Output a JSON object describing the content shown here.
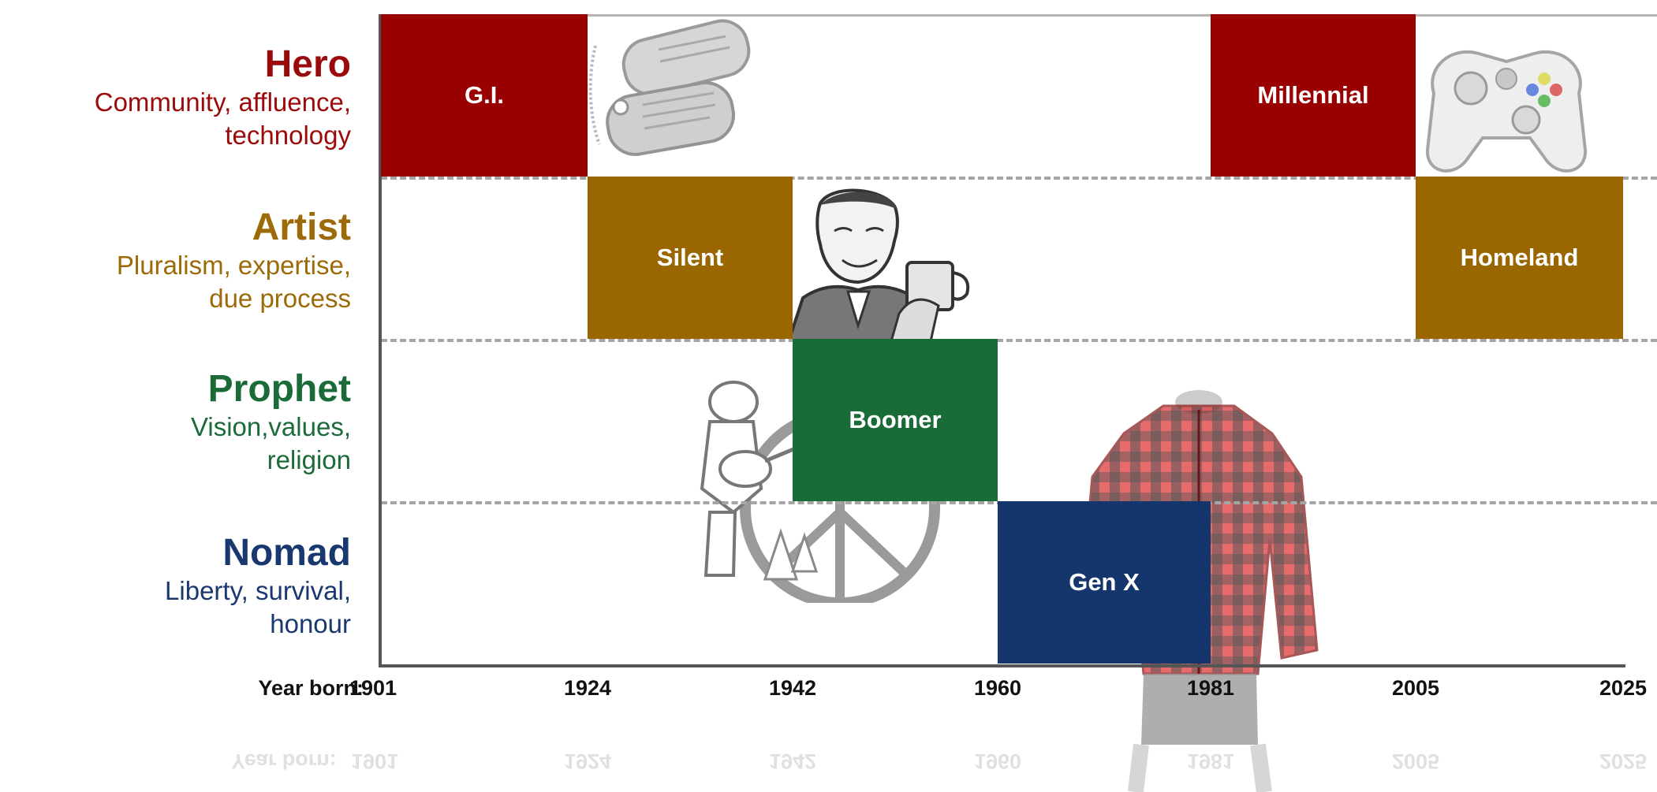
{
  "archetypes": [
    {
      "name": "Hero",
      "description_lines": [
        "Community, affluence,",
        "technology"
      ],
      "color": "#9b0a0a"
    },
    {
      "name": "Artist",
      "description_lines": [
        "Pluralism, expertise,",
        "due process"
      ],
      "color": "#9c6a07"
    },
    {
      "name": "Prophet",
      "description_lines": [
        "Vision,values,",
        "religion"
      ],
      "color": "#1b6b38"
    },
    {
      "name": "Nomad",
      "description_lines": [
        "Liberty, survival,",
        "honour"
      ],
      "color": "#19386f"
    }
  ],
  "generations": [
    {
      "name": "G.I.",
      "archetype": "Hero",
      "start_year": 1901,
      "end_year": 1924,
      "color": "#990000"
    },
    {
      "name": "Silent",
      "archetype": "Artist",
      "start_year": 1924,
      "end_year": 1942,
      "color": "#996600"
    },
    {
      "name": "Boomer",
      "archetype": "Prophet",
      "start_year": 1942,
      "end_year": 1960,
      "color": "#196b38"
    },
    {
      "name": "Gen X",
      "archetype": "Nomad",
      "start_year": 1960,
      "end_year": 1981,
      "color": "#14366c"
    },
    {
      "name": "Millennial",
      "archetype": "Hero",
      "start_year": 1981,
      "end_year": 2005,
      "color": "#990000"
    },
    {
      "name": "Homeland",
      "archetype": "Artist",
      "start_year": 2005,
      "end_year": 2025,
      "color": "#996600"
    }
  ],
  "axis": {
    "label": "Year born:",
    "ticks": [
      "1901",
      "1924",
      "1942",
      "1960",
      "1981",
      "2005",
      "2025"
    ]
  },
  "illustrations": [
    "dog-tags-icon",
    "retro-man-with-mug-icon",
    "hippie-guitar-peace-sign-icon",
    "plaid-flannel-shirt-icon",
    "game-controller-icon"
  ]
}
